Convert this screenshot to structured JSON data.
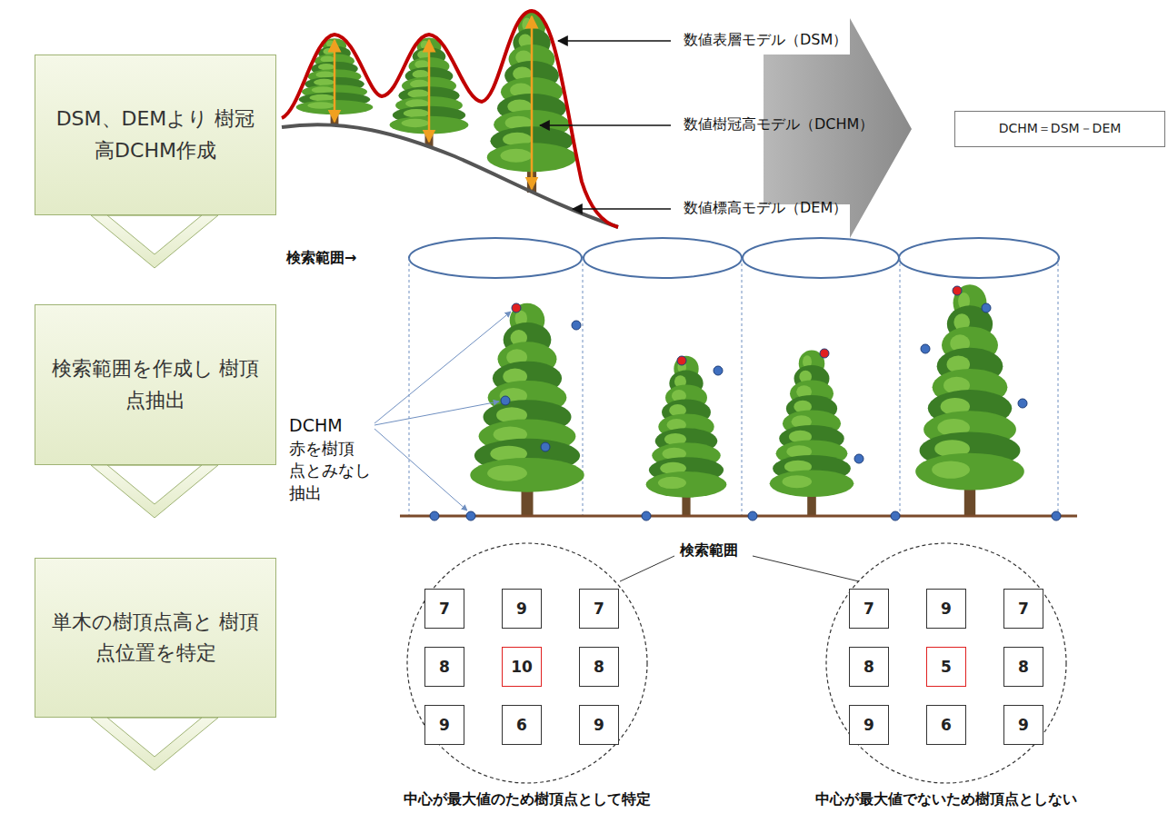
{
  "diagram": {
    "nodes": [
      {
        "text": [
          "DSM、DEMより 樹冠高DCHM作成"
        ]
      },
      {
        "text": [
          "検索範囲を作成し 樹頂点抽出"
        ]
      },
      {
        "text": [
          "単木の樹頂点高と 樹頂点位置を特定"
        ]
      },
      {
        "text": [
          "DCHM＝DSM－DEM"
        ]
      },
      {
        "text": [
          "7"
        ]
      },
      {
        "text": [
          "9"
        ]
      },
      {
        "text": [
          "7"
        ]
      },
      {
        "text": [
          "8"
        ]
      },
      {
        "text": [
          "10"
        ]
      },
      {
        "text": [
          "8"
        ]
      },
      {
        "text": [
          "9"
        ]
      },
      {
        "text": [
          "6"
        ]
      },
      {
        "text": [
          "9"
        ]
      },
      {
        "text": [
          "7"
        ]
      },
      {
        "text": [
          "9"
        ]
      },
      {
        "text": [
          "7"
        ]
      },
      {
        "text": [
          "8"
        ]
      },
      {
        "text": [
          "5"
        ]
      },
      {
        "text": [
          "8"
        ]
      },
      {
        "text": [
          "9"
        ]
      },
      {
        "text": [
          "6"
        ]
      },
      {
        "text": [
          "9"
        ]
      }
    ],
    "labels": [
      "数値表層モデル（DSM）",
      "数値樹冠高モデル（DCHM）",
      "数値標高モデル（DEM）",
      "検索範囲→",
      "DCHM",
      "赤を樹頂 点とみなし 抽出",
      "検索範囲",
      "中心が最大値のため樹頂点として特定",
      "中心が最大値でないため樹頂点としない"
    ]
  }
}
